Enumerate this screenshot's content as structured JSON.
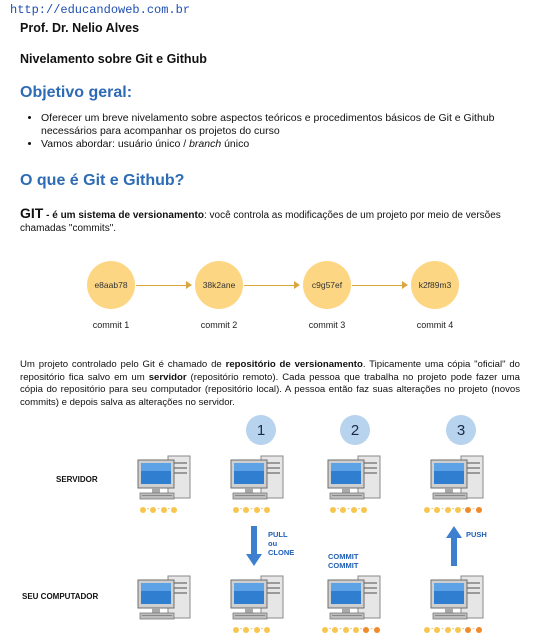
{
  "header": {
    "url": "http://educandoweb.com.br",
    "author": "Prof. Dr. Nelio Alves",
    "title": "Nivelamento sobre Git e Github"
  },
  "objetivo": {
    "heading": "Objetivo geral:",
    "bullets": [
      "Oferecer um breve nivelamento sobre aspectos teóricos e procedimentos básicos de Git e Github necessários para acompanhar os projetos do curso",
      "Vamos abordar: usuário único / "
    ],
    "bullet2_italic": "branch",
    "bullet2_tail": " único"
  },
  "oque": {
    "heading": "O que é Git e Github?",
    "git_term": "GIT",
    "git_dash": " - ",
    "git_bold": "é um sistema de versionamento",
    "git_text": ": você controla as modificações de um projeto por meio de versões chamadas \"commits\"."
  },
  "commits": [
    {
      "hash": "e8aab78",
      "label": "commit 1"
    },
    {
      "hash": "38k2ane",
      "label": "commit 2"
    },
    {
      "hash": "c9g57ef",
      "label": "commit 3"
    },
    {
      "hash": "k2f89m3",
      "label": "commit 4"
    }
  ],
  "repo": {
    "t1": "Um projeto controlado pelo Git é chamado de ",
    "b1": "repositório de versionamento",
    "t2": ". Tipicamente uma cópia \"oficial\" do repositório fica salvo em um ",
    "b2": "servidor",
    "t3": " (repositório remoto). Cada pessoa que trabalha no projeto pode fazer uma cópia do repositório para seu computador (repositório local). A pessoa então faz suas alterações no projeto (novos commits) e depois salva as alterações no servidor."
  },
  "diagram": {
    "steps": [
      "1",
      "2",
      "3"
    ],
    "servidor_label": "SERVIDOR",
    "computador_label": "SEU COMPUTADOR",
    "pull_label": "PULL",
    "ou_label": "ou",
    "clone_label": "CLONE",
    "commit_label1": "COMMIT",
    "commit_label2": "COMMIT",
    "push_label": "PUSH",
    "colors": {
      "step": "#b8d3ee",
      "commit": "#fdd683",
      "dot_yellow": "#f6c64f",
      "dot_orange": "#f08a2a",
      "arrow": "#3f7fd0"
    }
  }
}
